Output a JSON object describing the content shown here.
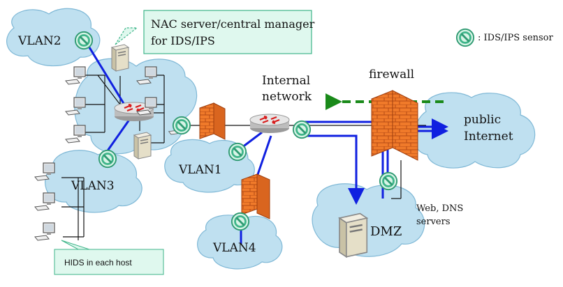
{
  "labels": {
    "vlan1": "VLAN1",
    "vlan2": "VLAN2",
    "vlan3": "VLAN3",
    "vlan4": "VLAN4",
    "dmz": "DMZ",
    "internal_network_line1": "Internal",
    "internal_network_line2": "network",
    "firewall": "firewall",
    "public_internet_line1": "public",
    "public_internet_line2": "Internet",
    "web_dns_line1": "Web, DNS",
    "web_dns_line2": "servers",
    "nac_callout_line1": "NAC server/central manager",
    "nac_callout_line2": "for IDS/IPS",
    "hids_callout": "HIDS in each host",
    "legend_text": ": IDS/IPS sensor"
  },
  "colors": {
    "cloud_fill": "#bfe0f0",
    "link_blue": "#1020e0",
    "dashed_green": "#1a8a1a",
    "callout_fill": "#dff8ee",
    "sensor_green": "#3fb58a",
    "firewall_orange": "#f07a2a"
  },
  "icons": [
    "router-icon",
    "firewall-icon",
    "server-icon",
    "workstation-icon",
    "ids-ips-sensor-icon"
  ]
}
